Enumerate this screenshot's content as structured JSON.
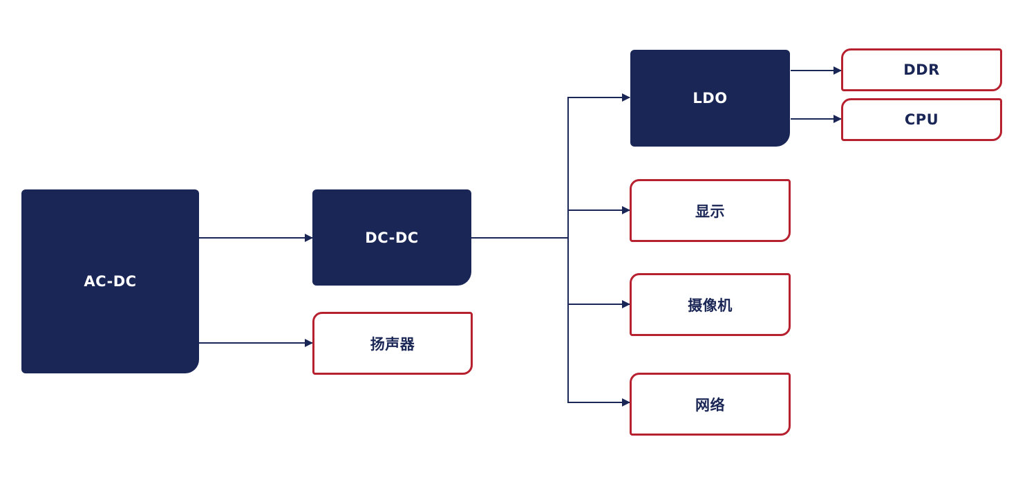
{
  "colors": {
    "primary_fill": "#1a2656",
    "load_border": "#b7202e",
    "connector": "#1a2656"
  },
  "nodes": {
    "ac_dc": "AC-DC",
    "dc_dc": "DC-DC",
    "speaker": "扬声器",
    "ldo": "LDO",
    "display": "显示",
    "camera": "摄像机",
    "network": "网络",
    "ddr": "DDR",
    "cpu": "CPU"
  },
  "edges": [
    {
      "from": "AC-DC",
      "to": "DC-DC"
    },
    {
      "from": "AC-DC",
      "to": "扬声器"
    },
    {
      "from": "DC-DC",
      "to": "LDO"
    },
    {
      "from": "DC-DC",
      "to": "显示"
    },
    {
      "from": "DC-DC",
      "to": "摄像机"
    },
    {
      "from": "DC-DC",
      "to": "网络"
    },
    {
      "from": "LDO",
      "to": "DDR"
    },
    {
      "from": "LDO",
      "to": "CPU"
    }
  ]
}
